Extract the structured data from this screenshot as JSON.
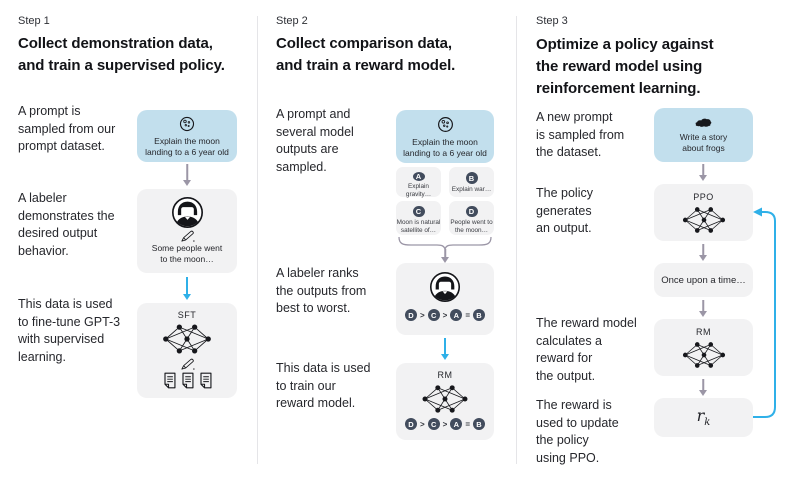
{
  "colors": {
    "prompt_box_blue": "#c2dfed",
    "step_box_gray": "#f2f2f3",
    "blue_arrow": "#2fb0e8",
    "gray_arrow": "#9b96a6",
    "letter_badge": "#424c5d",
    "text": "#1d1e22",
    "divider": "#e5e5e8"
  },
  "columns": [
    {
      "step": "Step 1",
      "heading": [
        "Collect demonstration data,",
        "and train a supervised policy."
      ],
      "captions": [
        [
          "A prompt is",
          "sampled from our",
          "prompt dataset."
        ],
        [
          "A labeler",
          "demonstrates the",
          "desired output",
          "behavior."
        ],
        [
          "This data is used",
          "to fine-tune GPT-3",
          "with supervised",
          "learning."
        ]
      ],
      "prompt": [
        "Explain the moon",
        "landing to a 6 year old"
      ],
      "demonstration": [
        "Some people went",
        "to the moon…"
      ],
      "model_label": "SFT"
    },
    {
      "step": "Step 2",
      "heading": [
        "Collect comparison data,",
        "and train a reward model."
      ],
      "captions": [
        [
          "A prompt and",
          "several model",
          "outputs are",
          "sampled."
        ],
        [
          "A labeler ranks",
          "the outputs from",
          "best to worst."
        ],
        [
          "This data is used",
          "to train our",
          "reward model."
        ]
      ],
      "prompt": [
        "Explain the moon",
        "landing to a 6 year old"
      ],
      "outputs": [
        {
          "letter": "A",
          "text": [
            "Explain gravity…"
          ]
        },
        {
          "letter": "B",
          "text": [
            "Explain war…"
          ]
        },
        {
          "letter": "C",
          "text": [
            "Moon is natural",
            "satellite of…"
          ]
        },
        {
          "letter": "D",
          "text": [
            "People went to",
            "the moon…"
          ]
        }
      ],
      "ranking": {
        "letters": [
          "D",
          "C",
          "A",
          "B"
        ],
        "separators": [
          ">",
          ">",
          "="
        ]
      },
      "model_label": "RM"
    },
    {
      "step": "Step 3",
      "heading": [
        "Optimize a policy against",
        "the reward model using",
        "reinforcement learning."
      ],
      "captions": [
        [
          "A new prompt",
          "is sampled from",
          "the dataset."
        ],
        [
          "The policy",
          "generates",
          "an output."
        ],
        [
          "The reward model",
          "calculates a",
          "reward for",
          "the output."
        ],
        [
          "The reward is",
          "used to update",
          "the policy",
          "using PPO."
        ]
      ],
      "prompt": [
        "Write a story",
        "about frogs"
      ],
      "policy_label": "PPO",
      "output_text": "Once upon a time…",
      "model_label": "RM",
      "reward": {
        "base": "r",
        "sub": "k"
      }
    }
  ],
  "icons": {
    "moon": "moon-icon",
    "frog": "frog-icon",
    "labeler": "labeler-avatar-icon",
    "pencil": "pencil-icon",
    "document": "document-icon",
    "network": "neural-network-icon",
    "arrow_down": "arrow-down-icon",
    "brace": "curly-brace-icon",
    "feedback_loop": "feedback-loop-arrow-icon"
  }
}
